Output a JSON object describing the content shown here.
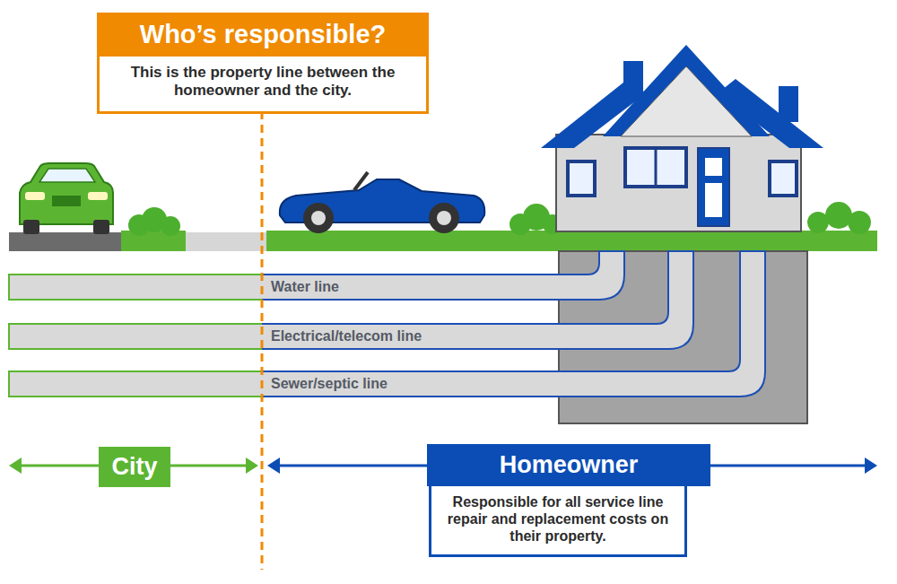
{
  "diagram": {
    "nodes": [
      {
        "text": [
          "Who’s responsible?",
          "This is the property line between the homeowner and the city."
        ]
      },
      {
        "text": [
          "Water line"
        ]
      },
      {
        "text": [
          "Electrical/telecom line"
        ]
      },
      {
        "text": [
          "Sewer/septic line"
        ]
      },
      {
        "text": [
          "City"
        ]
      },
      {
        "text": [
          "Homeowner",
          "Responsible for all service line repair and replacement costs on their property."
        ]
      }
    ]
  }
}
